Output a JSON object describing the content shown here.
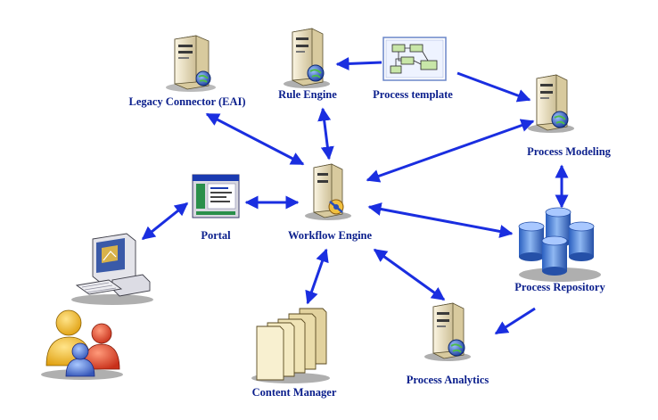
{
  "colors": {
    "label": "#0a1e8c",
    "arrow": "#1a2ee0",
    "server_body": "#e6dcbc",
    "server_front": "#f4ecd2",
    "globe": "#2a4fb8",
    "database": "#3a78d8",
    "folder": "#eadcaa"
  },
  "nodes": {
    "legacy_connector": {
      "label": "Legacy Connector (EAI)",
      "icon": "server-globe-icon"
    },
    "rule_engine": {
      "label": "Rule Engine",
      "icon": "server-globe-icon"
    },
    "process_template": {
      "label": "Process template",
      "icon": "flowchart-icon"
    },
    "process_modeling": {
      "label": "Process Modeling",
      "icon": "server-globe-icon"
    },
    "portal": {
      "label": "Portal",
      "icon": "portal-window-icon"
    },
    "workflow_engine": {
      "label": "Workflow Engine",
      "icon": "server-gear-icon"
    },
    "process_repository": {
      "label": "Process Repository",
      "icon": "database-cylinders-icon"
    },
    "content_manager": {
      "label": "Content Manager",
      "icon": "folders-icon"
    },
    "process_analytics": {
      "label": "Process Analytics",
      "icon": "server-globe-icon"
    },
    "workstation": {
      "icon": "computer-icon"
    },
    "users": {
      "icon": "users-icon"
    }
  },
  "connections": [
    {
      "from": "process_template",
      "to": "rule_engine",
      "direction": "one-way"
    },
    {
      "from": "process_template",
      "to": "process_modeling",
      "direction": "one-way"
    },
    {
      "from": "legacy_connector",
      "to": "workflow_engine",
      "direction": "two-way"
    },
    {
      "from": "rule_engine",
      "to": "workflow_engine",
      "direction": "two-way"
    },
    {
      "from": "process_modeling",
      "to": "workflow_engine",
      "direction": "two-way"
    },
    {
      "from": "process_modeling",
      "to": "process_repository",
      "direction": "two-way"
    },
    {
      "from": "portal",
      "to": "workflow_engine",
      "direction": "two-way"
    },
    {
      "from": "workstation",
      "to": "portal",
      "direction": "two-way"
    },
    {
      "from": "workflow_engine",
      "to": "process_repository",
      "direction": "two-way"
    },
    {
      "from": "workflow_engine",
      "to": "content_manager",
      "direction": "two-way"
    },
    {
      "from": "workflow_engine",
      "to": "process_analytics",
      "direction": "two-way"
    },
    {
      "from": "process_repository",
      "to": "process_analytics",
      "direction": "one-way"
    }
  ]
}
